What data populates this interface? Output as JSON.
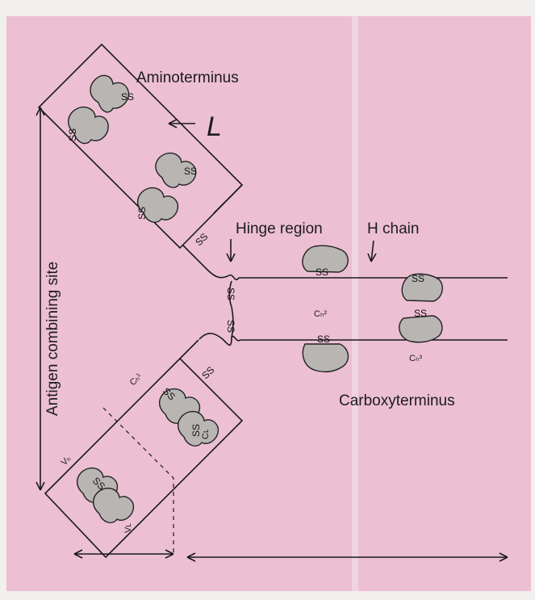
{
  "labels": {
    "amino": "Aminoterminus",
    "light_chain_symbol": "L",
    "antigen_site": "Antigen combining site",
    "hinge": "Hinge region",
    "h_chain": "H chain",
    "carboxy": "Carboxyterminus",
    "ch1_top": "Cₕ²",
    "ch2_top": "Cₕ³",
    "ch1_left": "Cₕ¹",
    "cl_left": "Cʟ",
    "vh_left": "Vₕ",
    "vl_left": "Vʟ",
    "ss": "SS"
  },
  "colors": {
    "background_pink": "#ecbfd3",
    "paper_strip": "#f2f0ee",
    "domain_fill": "#b9b5b3",
    "ink": "#1a1a1a"
  }
}
